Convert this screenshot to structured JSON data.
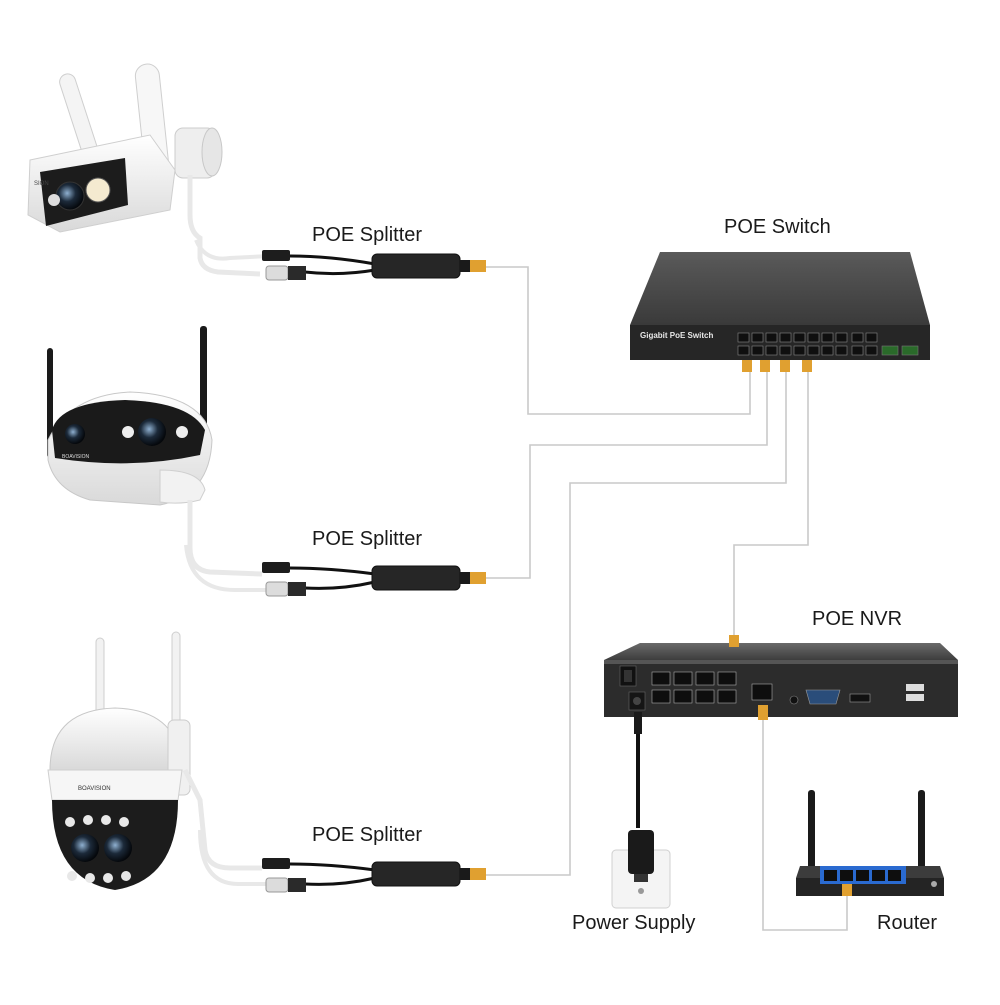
{
  "labels": {
    "splitter_1": "POE Splitter",
    "splitter_2": "POE Splitter",
    "splitter_3": "POE Splitter",
    "poe_switch": "POE Switch",
    "poe_nvr": "POE NVR",
    "power_supply": "Power Supply",
    "router": "Router"
  },
  "device_text": {
    "switch_panel": "Gigabit PoE Switch",
    "camera_brand": "BOAVISION",
    "camera_brand_partial": "SION"
  },
  "colors": {
    "cable": "#c9c9c9",
    "connector": "#e0a030",
    "device_dark": "#2b2b2b",
    "camera_white": "#f2f2f2"
  }
}
